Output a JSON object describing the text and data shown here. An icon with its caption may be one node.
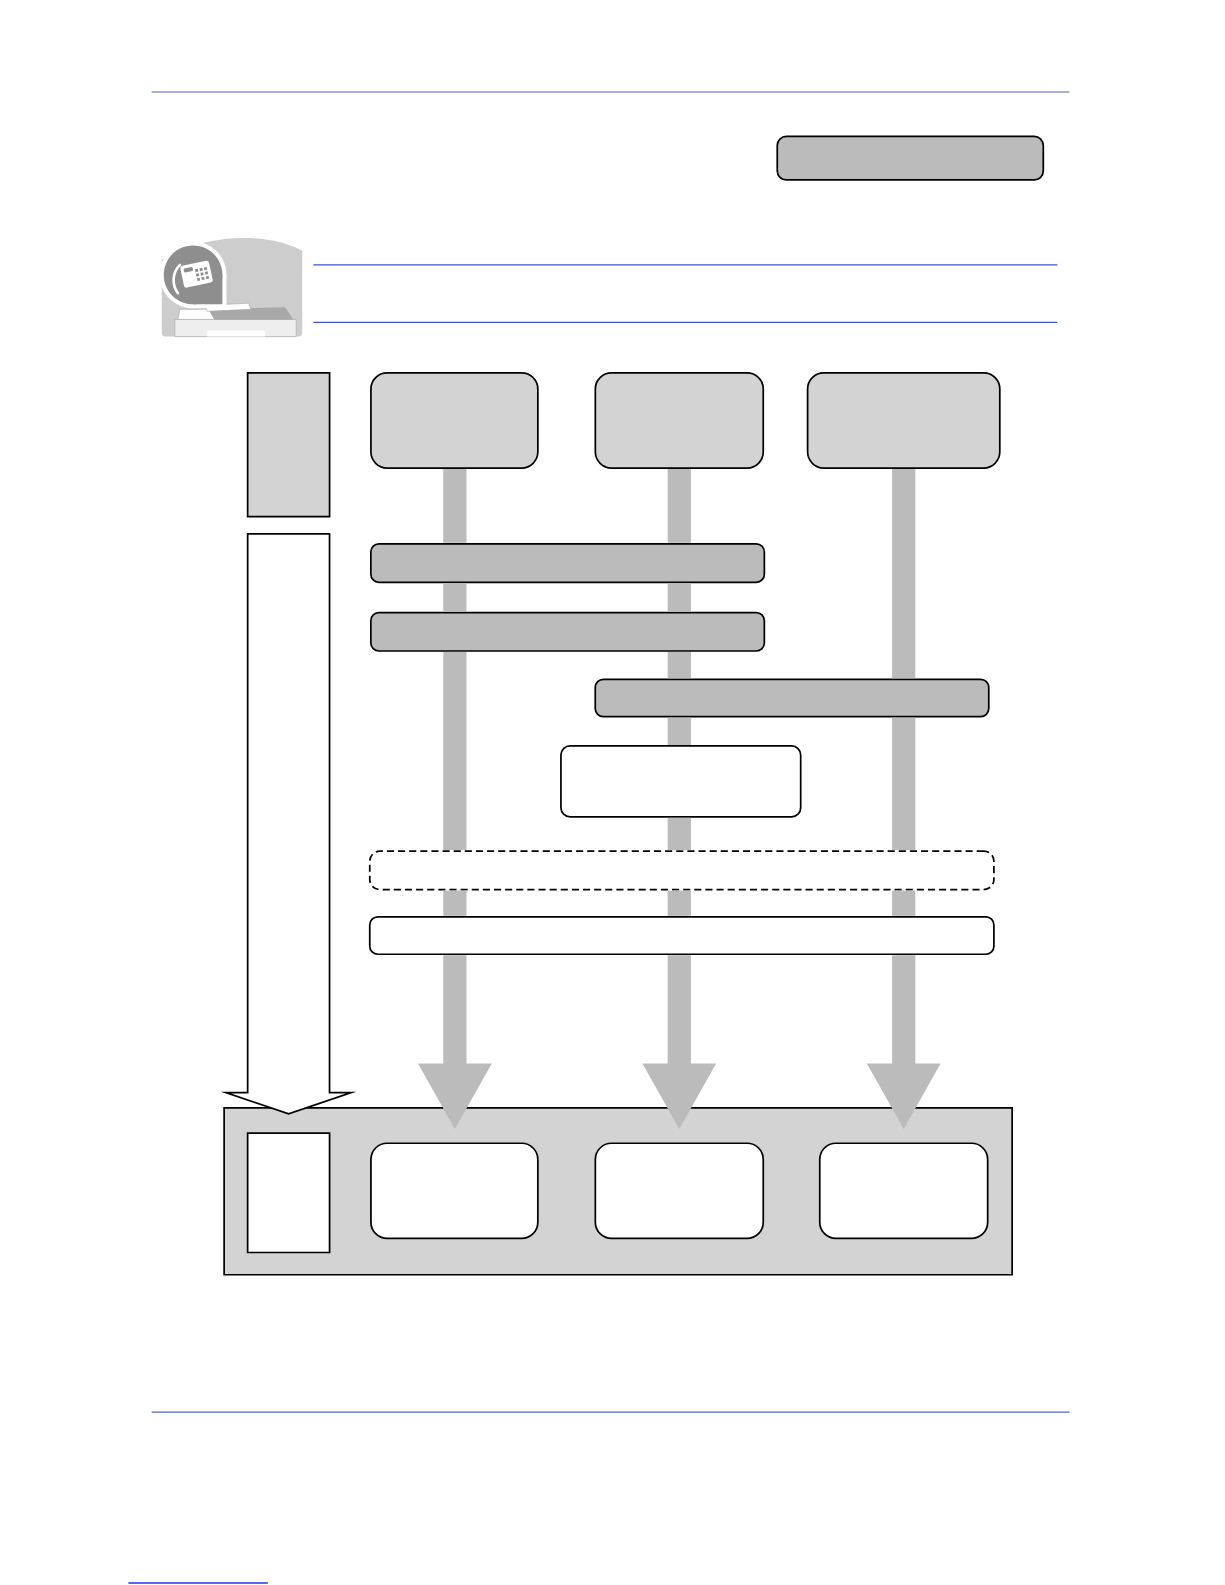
{
  "diagram": {
    "nodes": [
      {
        "text": [],
        "shape": "box"
      },
      {
        "text": [],
        "shape": "box"
      },
      {
        "text": [],
        "shape": "box"
      },
      {
        "text": [],
        "shape": "box"
      },
      {
        "text": [],
        "shape": "box"
      },
      {
        "text": [],
        "shape": "box"
      },
      {
        "text": [],
        "shape": "box"
      },
      {
        "text": [],
        "shape": "box"
      },
      {
        "text": [],
        "shape": "box"
      },
      {
        "text": [],
        "shape": "box"
      },
      {
        "text": [],
        "shape": "box"
      },
      {
        "text": [],
        "shape": "box"
      },
      {
        "text": [],
        "shape": "box",
        "in": 11
      },
      {
        "text": [],
        "shape": "box",
        "in": 11
      },
      {
        "text": [],
        "shape": "box",
        "in": 11
      },
      {
        "text": [],
        "shape": "box",
        "in": 11
      }
    ],
    "edges": [
      {
        "from": 1,
        "to": 12,
        "arrow": "to",
        "style": "thick",
        "color": "#ffffff"
      },
      {
        "from": 2,
        "to": 5,
        "arrow": "none",
        "style": "thick"
      },
      {
        "from": 5,
        "to": 6,
        "arrow": "none",
        "style": "thick"
      },
      {
        "from": 6,
        "to": 9,
        "arrow": "none",
        "style": "thick"
      },
      {
        "from": 9,
        "to": 10,
        "arrow": "none",
        "style": "thick"
      },
      {
        "from": 10,
        "to": 13,
        "arrow": "to",
        "style": "thick"
      },
      {
        "from": 3,
        "to": 5,
        "arrow": "none",
        "style": "thick"
      },
      {
        "from": 5,
        "to": 6,
        "arrow": "none",
        "style": "thick"
      },
      {
        "from": 6,
        "to": 7,
        "arrow": "none",
        "style": "thick"
      },
      {
        "from": 7,
        "to": 8,
        "arrow": "none",
        "style": "thick"
      },
      {
        "from": 8,
        "to": 9,
        "arrow": "none",
        "style": "thick"
      },
      {
        "from": 9,
        "to": 10,
        "arrow": "none",
        "style": "thick"
      },
      {
        "from": 10,
        "to": 14,
        "arrow": "to",
        "style": "thick"
      },
      {
        "from": 4,
        "to": 7,
        "arrow": "none",
        "style": "thick"
      },
      {
        "from": 7,
        "to": 9,
        "arrow": "none",
        "style": "thick"
      },
      {
        "from": 9,
        "to": 10,
        "arrow": "none",
        "style": "thick"
      },
      {
        "from": 10,
        "to": 15,
        "arrow": "to",
        "style": "thick"
      }
    ]
  }
}
